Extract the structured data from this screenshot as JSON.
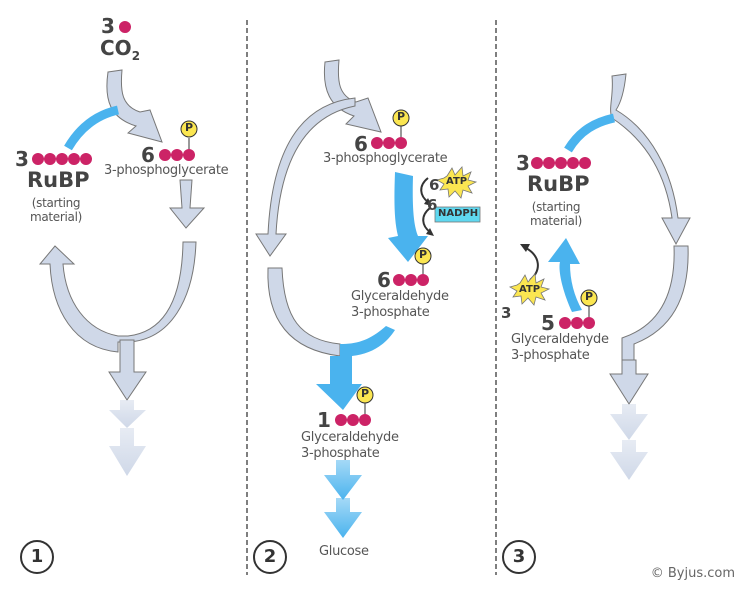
{
  "colors": {
    "gray_arrow": "#cfd8e8",
    "gray_stroke": "#777777",
    "blue_arrow": "#4ab3ee",
    "carbon": "#cc2366",
    "phosphate": "#fbe651",
    "nadph_box": "#5fd8f0",
    "text": "#555555",
    "divider": "#555555"
  },
  "panel1": {
    "co2_count": "3",
    "co2_label": "CO",
    "co2_sub": "2",
    "rubp_count": "3",
    "rubp_label": "RuBP",
    "rubp_note": "(starting material)",
    "pga_count": "6",
    "pga_label": "3-phosphoglycerate",
    "phosphate_label": "P",
    "step": "1"
  },
  "panel2": {
    "pga_count": "6",
    "pga_label": "3-phosphoglycerate",
    "atp_count": "6",
    "atp_label": "ATP",
    "nadph_count": "6",
    "nadph_label": "NADPH",
    "g3p_count": "6",
    "g3p_label_1": "Glyceraldehyde",
    "g3p_label_2": "3-phosphate",
    "g3p_out_count": "1",
    "g3p_out_label_1": "Glyceraldehyde",
    "g3p_out_label_2": "3-phosphate",
    "glucose_label": "Glucose",
    "phosphate_label": "P",
    "step": "2"
  },
  "panel3": {
    "rubp_count": "3",
    "rubp_label": "RuBP",
    "rubp_note": "(starting material)",
    "atp_count": "3",
    "atp_label": "ATP",
    "g3p_count": "5",
    "g3p_label_1": "Glyceraldehyde",
    "g3p_label_2": "3-phosphate",
    "phosphate_label": "P",
    "step": "3"
  },
  "copyright": "© Byjus.com"
}
